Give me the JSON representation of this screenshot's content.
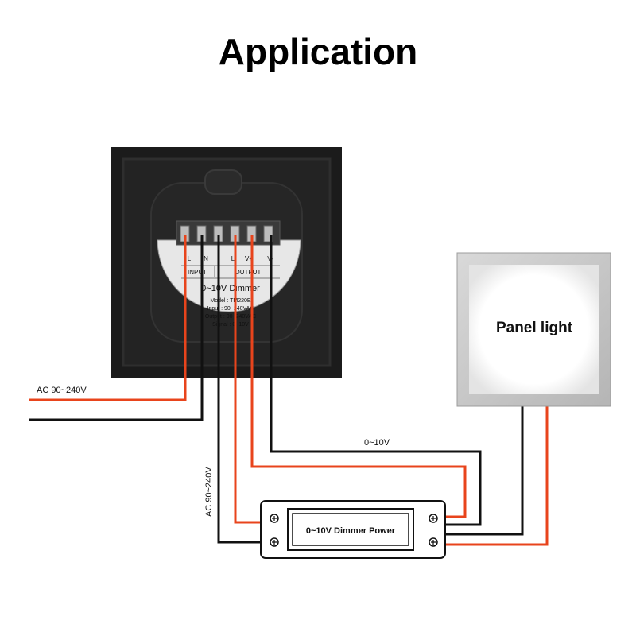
{
  "title": "Application",
  "dimmer_switch": {
    "terminal_labels": [
      "L",
      "N",
      "",
      "L",
      "V+",
      "V-"
    ],
    "input_label": "INPUT",
    "output_label": "OUTPUT",
    "product_name": "0~10V Dimmer",
    "spec_lines": [
      "Model : TM220E",
      "Input : 90~240VAC",
      "Output : 90~240VAC",
      "Signal : 0~10V"
    ]
  },
  "panel_light": {
    "label": "Panel light"
  },
  "power_supply": {
    "label": "0~10V Dimmer Power"
  },
  "wire_labels": {
    "ac_input": "AC 90~240V",
    "ac_vertical": "AC 90~240V",
    "signal": "0~10V"
  },
  "colors": {
    "live_wire": "#e8441c",
    "neutral_wire": "#111111",
    "panel_frame": "#c8c8c8",
    "switch_body": "#1b1b1b"
  }
}
